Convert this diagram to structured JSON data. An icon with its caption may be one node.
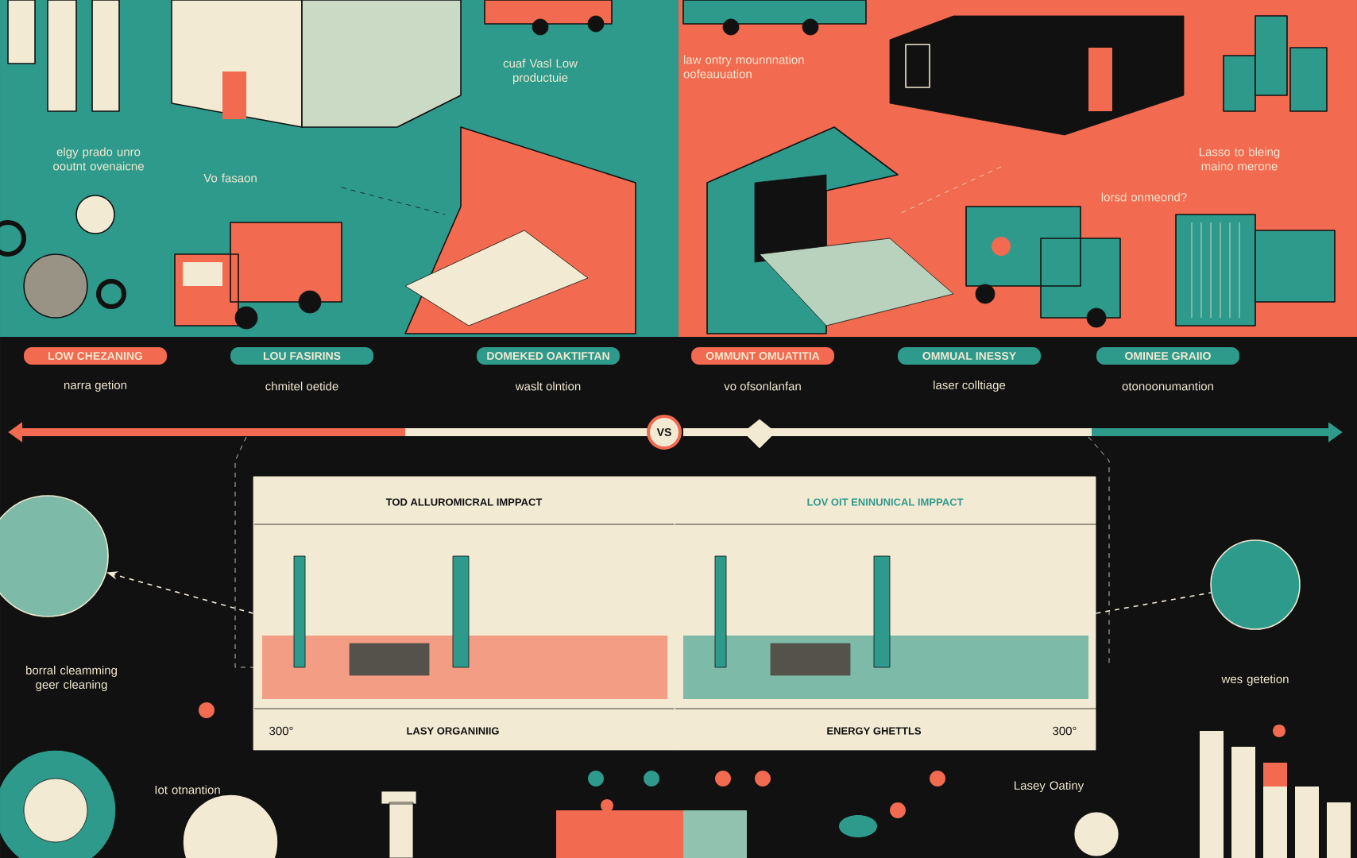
{
  "diagram": {
    "nodes": [
      {
        "text": [
          "LOW CHEZANING"
        ],
        "beside": [
          "narra getion"
        ]
      },
      {
        "text": [
          "LOU FASIRINS"
        ],
        "beside": [
          "chmitel oetide"
        ]
      },
      {
        "text": [
          "DOMEKED OAKTIFTAN"
        ],
        "beside": [
          "waslt olntion"
        ]
      },
      {
        "text": [
          "OMMUNT OMUATITIA"
        ],
        "beside": [
          "vo ofsonlanfan"
        ]
      },
      {
        "text": [
          "OMMUAL INESSY"
        ],
        "beside": [
          "laser colltiage"
        ]
      },
      {
        "text": [
          "OMINEE GRAIIO"
        ],
        "beside": [
          "otonoonumantion"
        ]
      },
      {
        "text": [
          "VS"
        ]
      },
      {
        "text": [
          "TOD ALLUROMICRAL IMPPACT",
          "LASY ORGANINIIG"
        ]
      },
      {
        "text": [
          "LOV OIT ENINUNICAL IMPPACT",
          "ENERGY GHETTLS"
        ]
      },
      {
        "text": [],
        "shape": "circle"
      },
      {
        "text": [],
        "shape": "circle"
      }
    ],
    "edges": [
      {
        "from": 7,
        "to": 9,
        "arrow": "to",
        "style": "dashed"
      },
      {
        "from": 8,
        "to": 10,
        "arrow": "none",
        "style": "dashed"
      }
    ],
    "labels": [
      "cuaf Vasl Low productuie",
      "law ontry mounnnation oofeauuation",
      "elgy prado unro ooutnt ovenaicne",
      "Vo fasaon",
      "Lasso to bleing maino merone",
      "lorsd onmeond?",
      "300°",
      "300°",
      "borral cleamming geer cleaning",
      "wes getetion",
      "Iot otnantion",
      "Lasey Oatiny"
    ]
  }
}
